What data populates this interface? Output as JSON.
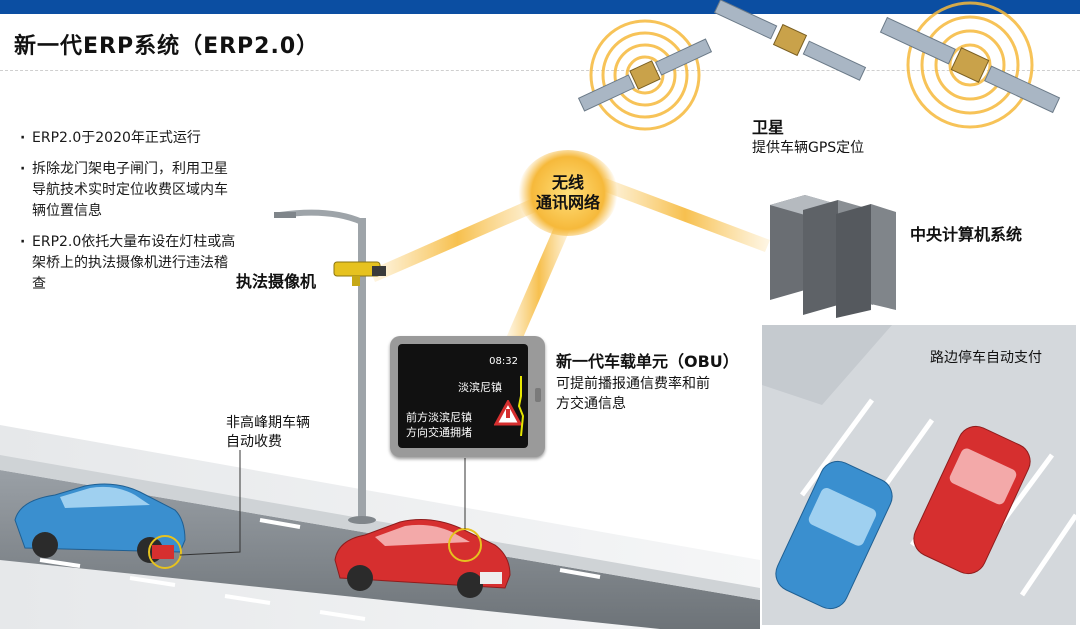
{
  "title": "新一代ERP系统（ERP2.0）",
  "bullets": [
    "ERP2.0于2020年正式运行",
    "拆除龙门架电子闸门，利用卫星导航技术实时定位收费区域内车辆位置信息",
    "ERP2.0依托大量布设在灯柱或高架桥上的执法摄像机进行违法稽查"
  ],
  "hub": {
    "line1": "无线",
    "line2": "通讯网络"
  },
  "satellite": {
    "title": "卫星",
    "desc": "提供车辆GPS定位"
  },
  "computer": {
    "label": "中央计算机系统"
  },
  "camera": {
    "label": "执法摄像机"
  },
  "obu": {
    "title": "新一代车载单元（OBU）",
    "desc_line1": "可提前播报通信费率和前",
    "desc_line2": "方交通信息",
    "screen": {
      "time": "08:32",
      "place": "淡滨尼镇",
      "msg_line1": "前方淡滨尼镇",
      "msg_line2": "方向交通拥堵"
    }
  },
  "offpeak": {
    "line1": "非高峰期车辆",
    "line2": "自动收费"
  },
  "parking": {
    "label": "路边停车自动支付"
  },
  "colors": {
    "accent_blue": "#0b4ea2",
    "signal_orange": "#f6b93b",
    "car_red": "#d62f2f",
    "car_blue": "#3a8fcf"
  }
}
